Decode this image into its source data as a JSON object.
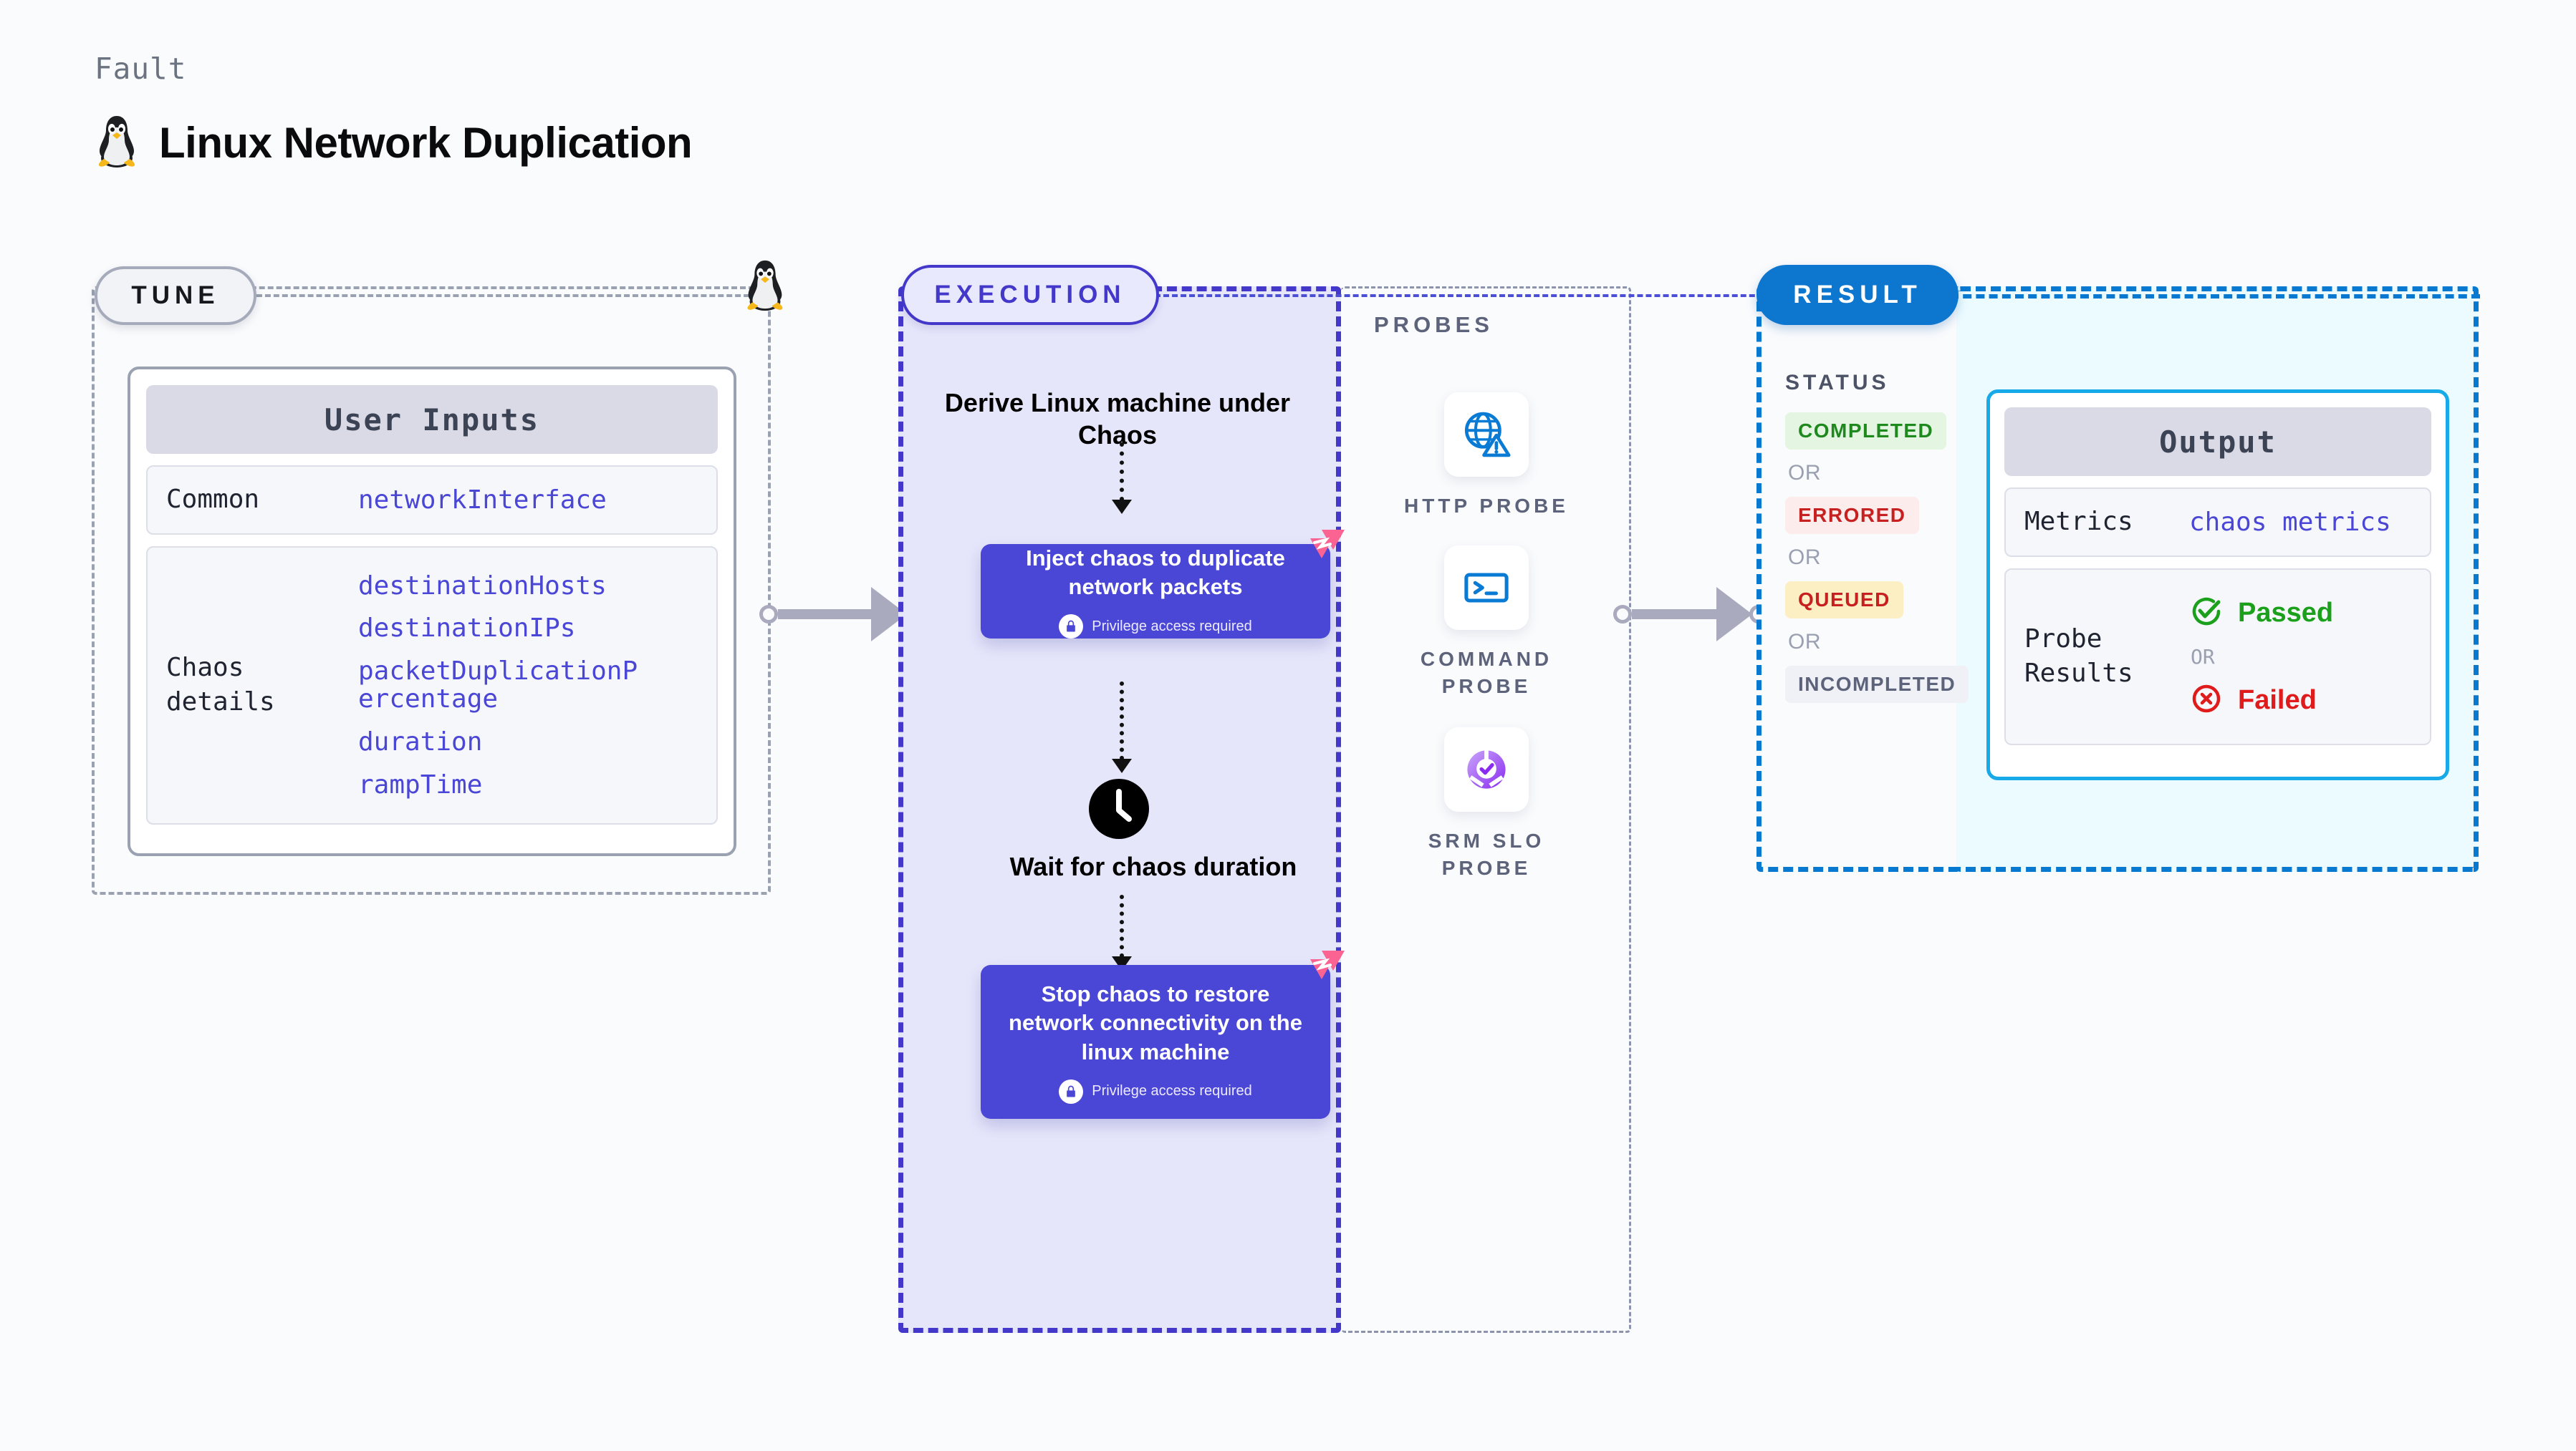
{
  "header": {
    "eyebrow": "Fault",
    "title": "Linux Network Duplication",
    "icon": "linux-penguin-icon"
  },
  "tune": {
    "pill_label": "TUNE",
    "penguin_icon": "linux-penguin-icon",
    "card": {
      "heading": "User Inputs",
      "rows": [
        {
          "key": "Common",
          "values": [
            "networkInterface"
          ]
        },
        {
          "key": "Chaos details",
          "values": [
            "destinationHosts",
            "destinationIPs",
            "packetDuplicationPercentage",
            "duration",
            "rampTime"
          ]
        }
      ]
    }
  },
  "execution": {
    "pill_label": "EXECUTION",
    "steps": [
      {
        "type": "text",
        "label": "Derive Linux machine under Chaos"
      },
      {
        "type": "chaos-box",
        "label": "Inject chaos to duplicate network packets",
        "note": "Privilege access required",
        "note_icon": "lock-icon",
        "badge_icon": "chaos-badge-icon"
      },
      {
        "type": "timer",
        "label": "Wait for chaos duration",
        "icon": "clock-icon"
      },
      {
        "type": "chaos-box",
        "label": "Stop chaos to restore network connectivity on the linux machine",
        "note": "Privilege access required",
        "note_icon": "lock-icon",
        "badge_icon": "chaos-badge-icon"
      }
    ]
  },
  "probes": {
    "section_label": "PROBES",
    "items": [
      {
        "label": "HTTP PROBE",
        "icon": "globe-warning-icon"
      },
      {
        "label": "COMMAND PROBE",
        "icon": "terminal-icon"
      },
      {
        "label": "SRM SLO PROBE",
        "icon": "slo-donut-check-icon"
      }
    ]
  },
  "result": {
    "pill_label": "RESULT",
    "status_label": "STATUS",
    "or_label": "OR",
    "statuses": [
      {
        "label": "COMPLETED",
        "bg": "#e4f5e1",
        "fg": "#1e8a1e"
      },
      {
        "label": "ERRORED",
        "bg": "#fdecec",
        "fg": "#c62020"
      },
      {
        "label": "QUEUED",
        "bg": "#fdefc4",
        "fg": "#c62020"
      },
      {
        "label": "INCOMPLETED",
        "bg": "#f0f1f6",
        "fg": "#5c637a"
      }
    ]
  },
  "output": {
    "heading": "Output",
    "rows": [
      {
        "key": "Metrics",
        "value": "chaos metrics"
      }
    ],
    "probe_results": {
      "key": "Probe Results",
      "or_label": "OR",
      "passed": {
        "label": "Passed",
        "icon": "check-circle-icon",
        "color": "#1ba01b"
      },
      "failed": {
        "label": "Failed",
        "icon": "x-circle-icon",
        "color": "#e01b1b"
      }
    }
  },
  "colors": {
    "accent_purple": "#4a46d6",
    "accent_blue": "#0d76cf",
    "accent_cyan": "#18a9e8",
    "badge_pink": "#fb6392",
    "region_grey": "#9aa1b0"
  }
}
